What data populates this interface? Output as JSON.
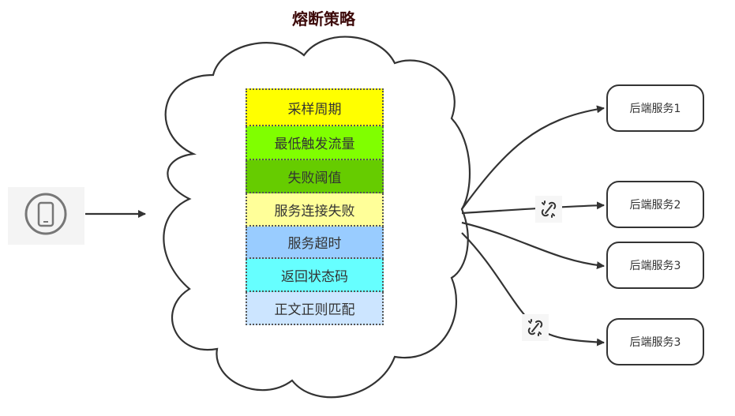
{
  "title": "熔断策略",
  "strategies": [
    {
      "label": "采样周期",
      "color": "#ffff00"
    },
    {
      "label": "最低触发流量",
      "color": "#80ff00"
    },
    {
      "label": "失败阈值",
      "color": "#66cc00"
    },
    {
      "label": "服务连接失败",
      "color": "#ffff99"
    },
    {
      "label": "服务超时",
      "color": "#99ccff"
    },
    {
      "label": "返回状态码",
      "color": "#66ffff"
    },
    {
      "label": "正文正则匹配",
      "color": "#cce5ff"
    }
  ],
  "services": [
    "后端服务1",
    "后端服务2",
    "后端服务3",
    "后端服务3"
  ],
  "icons": {
    "client": "mobile-phone-icon",
    "broken": "broken-link-icon"
  }
}
